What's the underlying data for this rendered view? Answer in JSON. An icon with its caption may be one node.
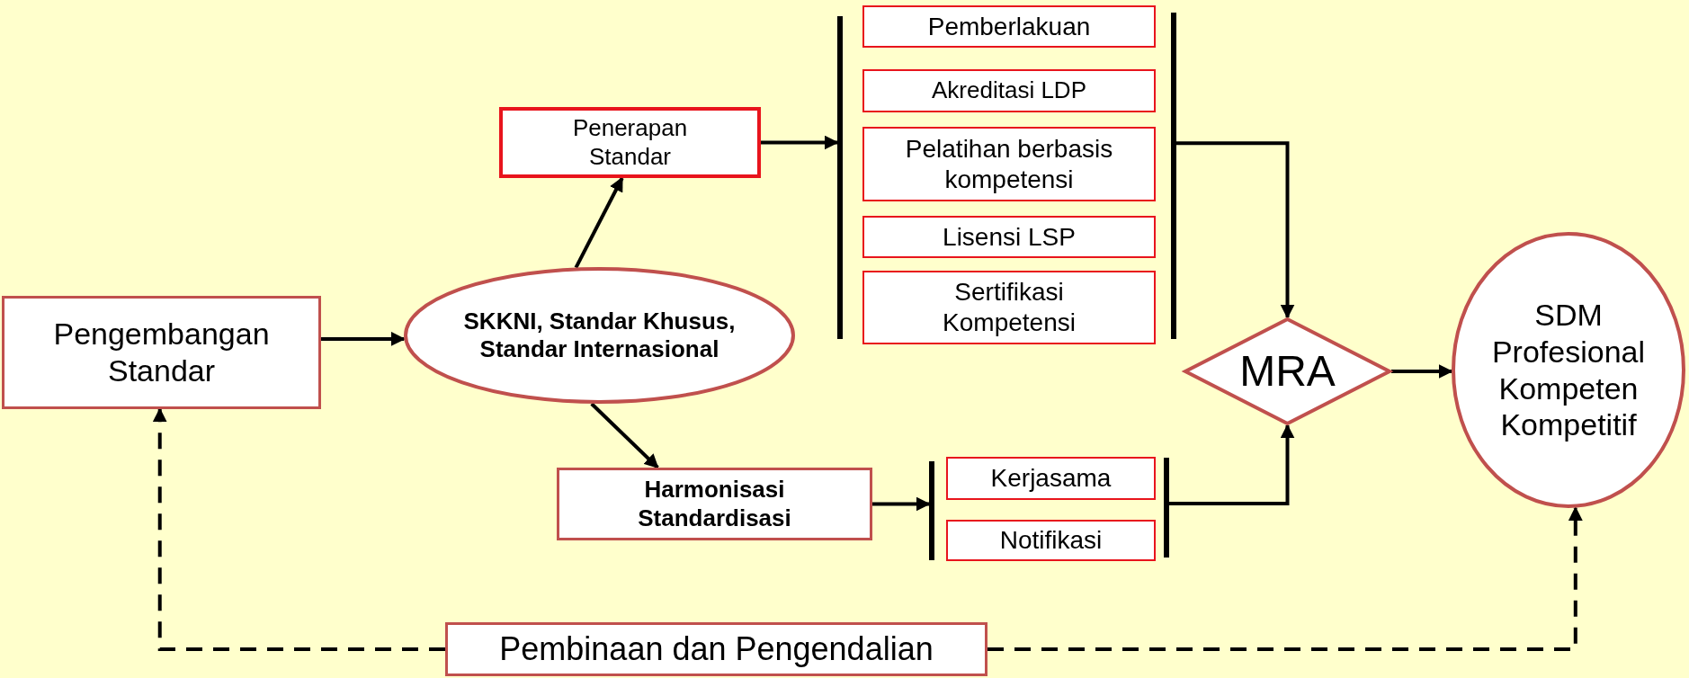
{
  "diagram": {
    "nodes": [
      {
        "text": [
          "Pengembangan Standar"
        ]
      },
      {
        "text": [
          "SKKNI, Standar Khusus, Standar Internasional"
        ]
      },
      {
        "text": [
          "Penerapan Standar"
        ]
      },
      {
        "text": [
          "Harmonisasi Standardisasi"
        ]
      },
      {
        "text": [
          "Pemberlakuan"
        ]
      },
      {
        "text": [
          "Akreditasi LDP"
        ]
      },
      {
        "text": [
          "Pelatihan berbasis kompetensi"
        ]
      },
      {
        "text": [
          "Lisensi LSP"
        ]
      },
      {
        "text": [
          "Sertifikasi Kompetensi"
        ]
      },
      {
        "text": [
          "Kerjasama"
        ]
      },
      {
        "text": [
          "Notifikasi"
        ]
      },
      {
        "text": [
          "MRA"
        ]
      },
      {
        "text": [
          "SDM Profesional Kompeten Kompetitif"
        ]
      },
      {
        "text": [
          "Pembinaan dan Pengendalian"
        ]
      },
      {
        "text": [],
        "shape": "bar"
      },
      {
        "text": [],
        "shape": "bar"
      },
      {
        "text": [],
        "shape": "bar"
      },
      {
        "text": [],
        "shape": "bar"
      }
    ],
    "edges": [
      {
        "from": 0,
        "to": 1,
        "arrow": "to"
      },
      {
        "from": 1,
        "to": 2,
        "arrow": "to"
      },
      {
        "from": 1,
        "to": 3,
        "arrow": "to"
      },
      {
        "from": 2,
        "to": 14,
        "arrow": "to"
      },
      {
        "from": 15,
        "to": 11,
        "arrow": "to"
      },
      {
        "from": 3,
        "to": 16,
        "arrow": "to"
      },
      {
        "from": 17,
        "to": 11,
        "arrow": "to"
      },
      {
        "from": 11,
        "to": 12,
        "arrow": "to"
      },
      {
        "from": 13,
        "to": 0,
        "arrow": "to",
        "style": "dashed"
      },
      {
        "from": 13,
        "to": 12,
        "arrow": "to",
        "style": "dashed"
      }
    ]
  }
}
